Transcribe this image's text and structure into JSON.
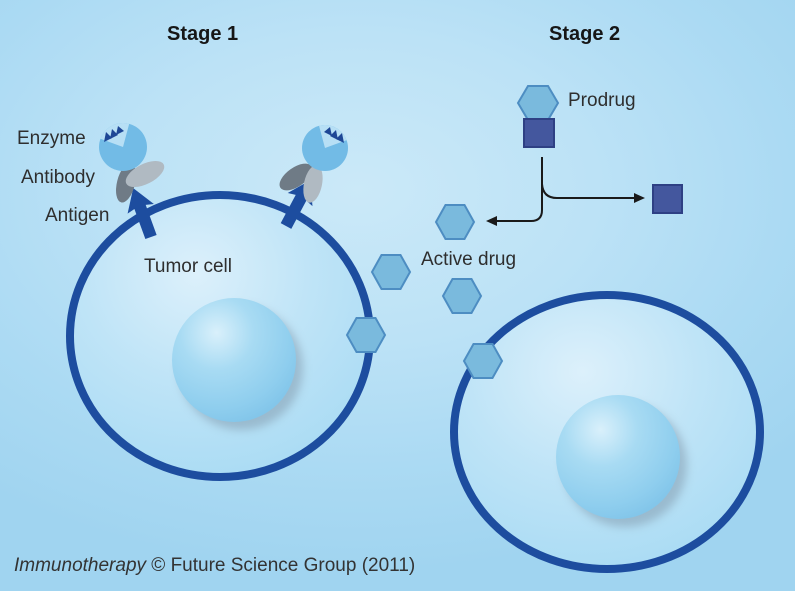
{
  "figure": {
    "stage1": {
      "title": "Stage 1"
    },
    "stage2": {
      "title": "Stage 2"
    },
    "labels": {
      "enzyme": "Enzyme",
      "antibody": "Antibody",
      "antigen": "Antigen",
      "tumor_cell": "Tumor cell",
      "prodrug": "Prodrug",
      "active_drug": "Active drug"
    },
    "caption": {
      "journal": "Immunotherapy",
      "rest": " © Future Science Group (2011)"
    },
    "icons": {
      "enzyme-icon": "light-blue circle with zigzag bite notch",
      "antibody-icon": "two overlapping gray ellipses",
      "antigen-icon": "navy block arrow rising from cell membrane",
      "prodrug-icon": "blue hexagon stacked on indigo square",
      "active-drug-icon": "blue hexagon",
      "linker-icon": "indigo square",
      "tumor-cell-icon": "large blue cell with spherical nucleus",
      "cleavage-arrows-icon": "forked thin arrows splitting prodrug into hexagon and square"
    },
    "colors": {
      "background": "#aedcf4",
      "membrane_navy": "#1d4d9f",
      "cell_fill": "#bce3f6",
      "nucleus_blue": "#8ecdee",
      "enzyme_blue": "#72bbe6",
      "antibody_dark_gray": "#6f7b86",
      "antibody_light_gray": "#b0bac2",
      "hexagon_blue": "#7abadd",
      "hexagon_border": "#4d8dc2",
      "square_indigo": "#44579e",
      "square_border": "#2e4084",
      "thin_arrow_black": "#1a1a1a",
      "label_text": "#2e2e2e"
    }
  }
}
